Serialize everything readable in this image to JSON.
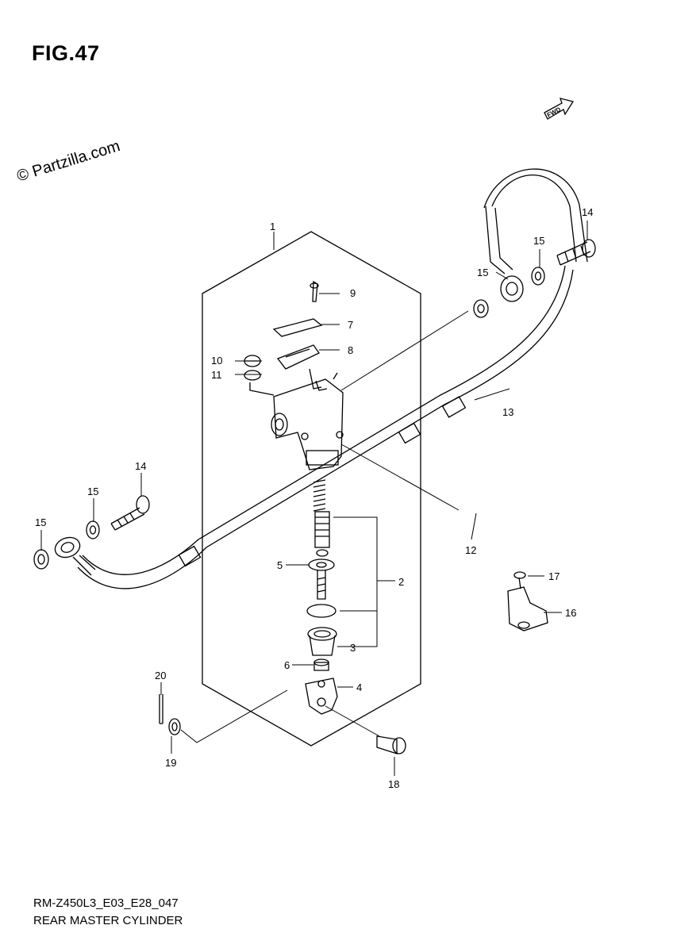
{
  "figure": {
    "title": "FIG.47"
  },
  "watermark": {
    "text": "© Partzilla.com"
  },
  "fwd_icon": {
    "label": "FWD"
  },
  "footer": {
    "model_code": "RM-Z450L3_E03_E28_047",
    "diagram_name": "REAR MASTER CYLINDER"
  },
  "callouts": [
    {
      "id": "c1",
      "text": "1"
    },
    {
      "id": "c2",
      "text": "2"
    },
    {
      "id": "c3",
      "text": "3"
    },
    {
      "id": "c4",
      "text": "4"
    },
    {
      "id": "c5",
      "text": "5"
    },
    {
      "id": "c6",
      "text": "6"
    },
    {
      "id": "c7",
      "text": "7"
    },
    {
      "id": "c8",
      "text": "8"
    },
    {
      "id": "c9",
      "text": "9"
    },
    {
      "id": "c10",
      "text": "10"
    },
    {
      "id": "c11",
      "text": "11"
    },
    {
      "id": "c12",
      "text": "12"
    },
    {
      "id": "c13",
      "text": "13"
    },
    {
      "id": "c14a",
      "text": "14"
    },
    {
      "id": "c14b",
      "text": "14"
    },
    {
      "id": "c15a",
      "text": "15"
    },
    {
      "id": "c15b",
      "text": "15"
    },
    {
      "id": "c15c",
      "text": "15"
    },
    {
      "id": "c15d",
      "text": "15"
    },
    {
      "id": "c16",
      "text": "16"
    },
    {
      "id": "c17",
      "text": "17"
    },
    {
      "id": "c18",
      "text": "18"
    },
    {
      "id": "c19",
      "text": "19"
    },
    {
      "id": "c20",
      "text": "20"
    }
  ]
}
